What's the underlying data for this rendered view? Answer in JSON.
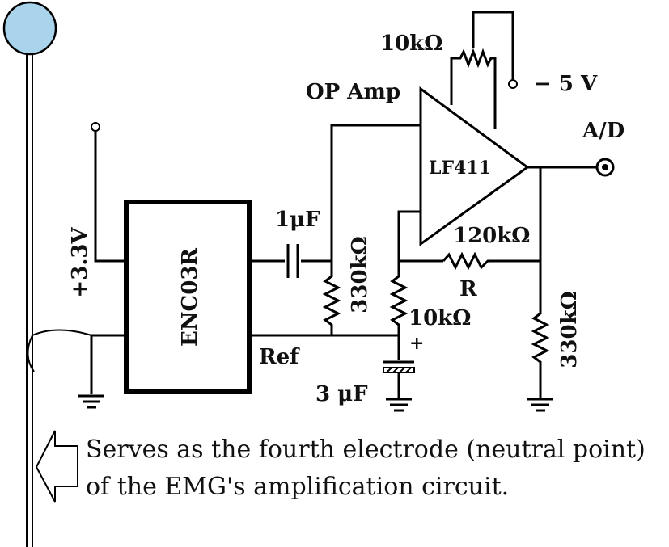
{
  "labels": {
    "chip": "ENC03R",
    "opamp_label": "OP Amp",
    "opamp_part": "LF411",
    "trim_pot": "10kΩ",
    "neg_supply": "− 5 V",
    "ad_output": "A/D",
    "pos_supply": "+3.3V",
    "cap_1uf": "1μF",
    "res_330k_left": "330kΩ",
    "res_120k": "120kΩ",
    "res_R_name": "R",
    "res_10k": "10kΩ",
    "res_330k_right": "330kΩ",
    "ref_pin": "Ref",
    "cap_3uf": "3 μF",
    "cap_plus": "+"
  },
  "caption": {
    "line1": "Serves as the fourth electrode (neutral point)",
    "line2": "of the EMG's amplification circuit."
  },
  "colors": {
    "electrode_fill": "#a9d4ec",
    "wire": "#000000"
  }
}
